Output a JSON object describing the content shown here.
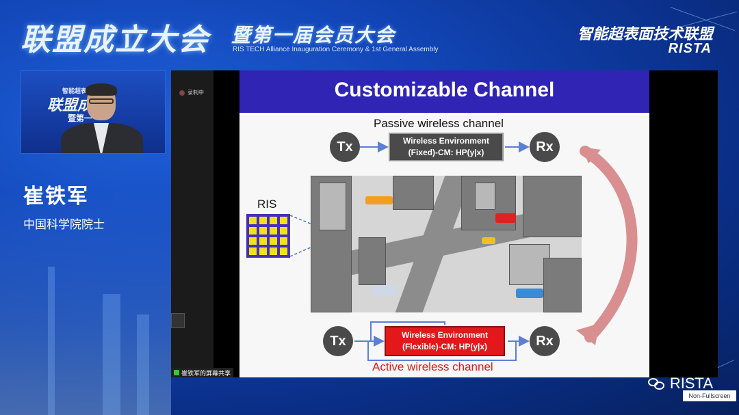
{
  "header": {
    "event_title_cn": "联盟成立大会",
    "event_subtitle_cn": "暨第一届会员大会",
    "event_subtitle_en": "RIS TECH Alliance Inauguration Ceremony & 1st General Assembly",
    "org_name_cn": "智能超表面技术联盟",
    "org_name_en": "RISTA"
  },
  "speaker": {
    "name": "崔铁军",
    "role": "中国科学院院士",
    "video_backdrop_line1": "智能超表面技",
    "video_backdrop_line2": "联盟成",
    "video_backdrop_line3": "暨第一"
  },
  "share": {
    "recording_label": "录制中",
    "share_tag_label": "崔铁军的屏幕共享",
    "slide": {
      "title": "Customizable Channel",
      "passive_label": "Passive wireless channel",
      "active_label": "Active wireless channel",
      "tx_label": "Tx",
      "rx_label": "Rx",
      "fixed_box_line1": "Wireless Environment",
      "fixed_box_line2": "(Fixed)-CM: HP(y|x)",
      "flex_box_line1": "Wireless Environment",
      "flex_box_line2": "(Flexible)-CM: HP(y|x)",
      "ris_label": "RIS"
    }
  },
  "footer": {
    "brand": "RISTA",
    "view_mode": "Non-Fullscreen"
  },
  "colors": {
    "background": "#1246b8",
    "slide_header": "#3024b5",
    "active_red": "#e2181b",
    "ris_yellow": "#f2e21a"
  }
}
